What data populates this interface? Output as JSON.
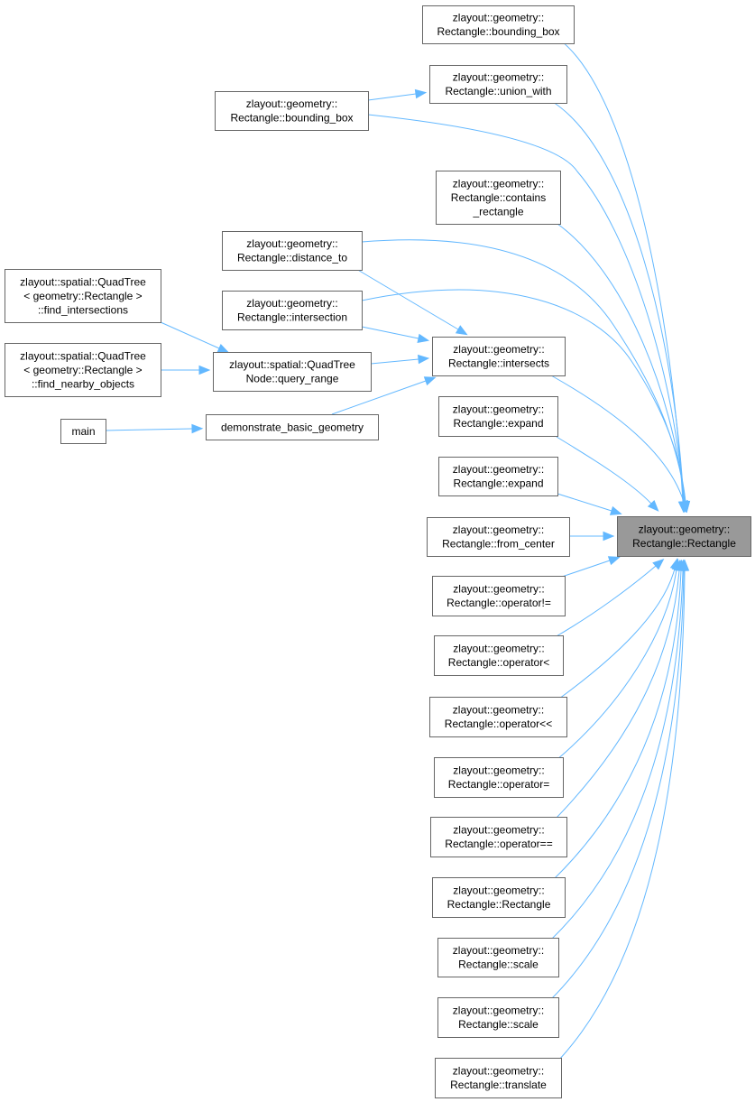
{
  "graph": {
    "kind": "caller graph",
    "colors": {
      "edge": "#63b8ff",
      "node_border": "#666666",
      "focus_fill": "#999999",
      "node_fill": "#ffffff"
    },
    "nodes": {
      "focus": [
        "zlayout::geometry::",
        "Rectangle::Rectangle"
      ],
      "bbox_c1": [
        "zlayout::geometry::",
        "Rectangle::bounding_box"
      ],
      "union_with": [
        "zlayout::geometry::",
        "Rectangle::union_with"
      ],
      "bbox_c2": [
        "zlayout::geometry::",
        "Rectangle::bounding_box"
      ],
      "contains_rect": [
        "zlayout::geometry::",
        "Rectangle::contains",
        "_rectangle"
      ],
      "distance_to": [
        "zlayout::geometry::",
        "Rectangle::distance_to"
      ],
      "intersection": [
        "zlayout::geometry::",
        "Rectangle::intersection"
      ],
      "intersects": [
        "zlayout::geometry::",
        "Rectangle::intersects"
      ],
      "qt_find_inter": [
        "zlayout::spatial::QuadTree",
        "< geometry::Rectangle >",
        "::find_intersections"
      ],
      "qt_find_nearby": [
        "zlayout::spatial::QuadTree",
        "< geometry::Rectangle >",
        "::find_nearby_objects"
      ],
      "qtn_query": [
        "zlayout::spatial::QuadTree",
        "Node::query_range"
      ],
      "main": [
        "main"
      ],
      "demo_basic": [
        "demonstrate_basic_geometry"
      ],
      "expand1": [
        "zlayout::geometry::",
        "Rectangle::expand"
      ],
      "expand2": [
        "zlayout::geometry::",
        "Rectangle::expand"
      ],
      "from_center": [
        "zlayout::geometry::",
        "Rectangle::from_center"
      ],
      "op_ne": [
        "zlayout::geometry::",
        "Rectangle::operator!="
      ],
      "op_lt": [
        "zlayout::geometry::",
        "Rectangle::operator<"
      ],
      "op_shl": [
        "zlayout::geometry::",
        "Rectangle::operator<<"
      ],
      "op_assign": [
        "zlayout::geometry::",
        "Rectangle::operator="
      ],
      "op_eq": [
        "zlayout::geometry::",
        "Rectangle::operator=="
      ],
      "ctor": [
        "zlayout::geometry::",
        "Rectangle::Rectangle"
      ],
      "scale1": [
        "zlayout::geometry::",
        "Rectangle::scale"
      ],
      "scale2": [
        "zlayout::geometry::",
        "Rectangle::scale"
      ],
      "translate": [
        "zlayout::geometry::",
        "Rectangle::translate"
      ]
    },
    "edges": [
      [
        "bbox_c1",
        "focus"
      ],
      [
        "union_with",
        "focus"
      ],
      [
        "bbox_c2",
        "focus"
      ],
      [
        "bbox_c2",
        "union_with"
      ],
      [
        "contains_rect",
        "focus"
      ],
      [
        "distance_to",
        "focus"
      ],
      [
        "distance_to",
        "intersects"
      ],
      [
        "intersection",
        "focus"
      ],
      [
        "intersection",
        "intersects"
      ],
      [
        "intersects",
        "focus"
      ],
      [
        "qt_find_inter",
        "qtn_query"
      ],
      [
        "qt_find_nearby",
        "qtn_query"
      ],
      [
        "qtn_query",
        "intersects"
      ],
      [
        "main",
        "demo_basic"
      ],
      [
        "demo_basic",
        "intersects"
      ],
      [
        "expand1",
        "focus"
      ],
      [
        "expand2",
        "focus"
      ],
      [
        "from_center",
        "focus"
      ],
      [
        "op_ne",
        "focus"
      ],
      [
        "op_lt",
        "focus"
      ],
      [
        "op_shl",
        "focus"
      ],
      [
        "op_assign",
        "focus"
      ],
      [
        "op_eq",
        "focus"
      ],
      [
        "ctor",
        "focus"
      ],
      [
        "scale1",
        "focus"
      ],
      [
        "scale2",
        "focus"
      ],
      [
        "translate",
        "focus"
      ]
    ]
  }
}
